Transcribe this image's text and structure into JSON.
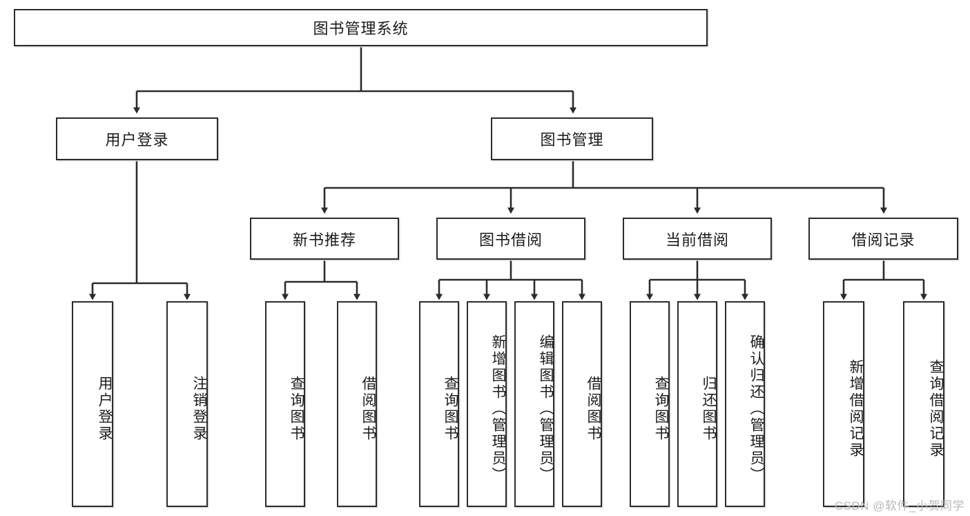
{
  "diagram": {
    "title": "图书管理系统",
    "watermark": "CSDN @软件_小贺同学",
    "accent_color": "#2b2b2b",
    "background_color": "#ffffff",
    "nodes": {
      "root": {
        "label": "图书管理系统"
      },
      "l1": [
        {
          "label": "用户登录"
        },
        {
          "label": "图书管理"
        }
      ],
      "l2": [
        {
          "label": "新书推荐"
        },
        {
          "label": "图书借阅"
        },
        {
          "label": "当前借阅"
        },
        {
          "label": "借阅记录"
        }
      ],
      "leaves": [
        {
          "label": "用户登录"
        },
        {
          "label": "注销登录"
        },
        {
          "label": "查询图书"
        },
        {
          "label": "借阅图书"
        },
        {
          "label": "查询图书"
        },
        {
          "label": "新增图书（管理员）"
        },
        {
          "label": "编辑图书（管理员）"
        },
        {
          "label": "借阅图书"
        },
        {
          "label": "查询图书"
        },
        {
          "label": "归还图书"
        },
        {
          "label": "确认归还（管理员）"
        },
        {
          "label": "新增借阅记录"
        },
        {
          "label": "查询借阅记录"
        }
      ]
    }
  }
}
